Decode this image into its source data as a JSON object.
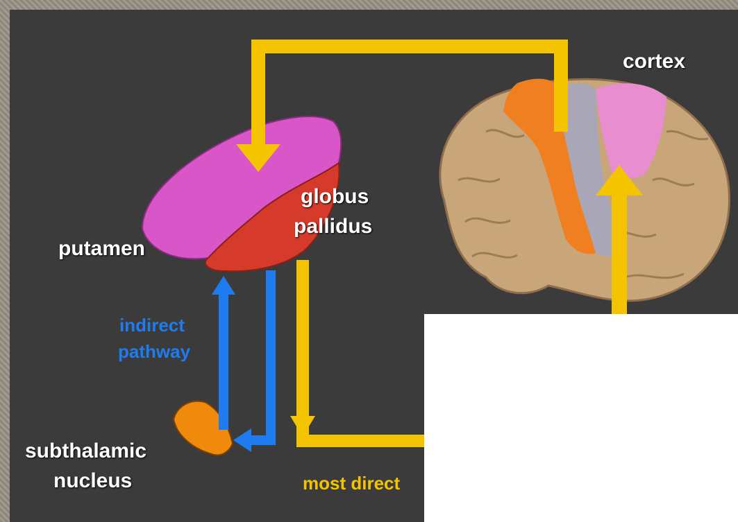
{
  "labels": {
    "cortex": "cortex",
    "globus_pallidus_line1": "globus",
    "globus_pallidus_line2": "pallidus",
    "putamen": "putamen",
    "indirect_pathway_line1": "indirect",
    "indirect_pathway_line2": "pathway",
    "subthalamic_nucleus_line1": "subthalamic",
    "subthalamic_nucleus_line2": "nucleus",
    "most_direct": "most direct"
  },
  "colors": {
    "background": "#3b3b3b",
    "direct_pathway": "#f5c400",
    "indirect_pathway": "#1f7cf0",
    "putamen": "#d856c8",
    "globus_pallidus": "#d63a2a",
    "subthalamic_nucleus": "#f08a0c",
    "brain": "#c9a57a",
    "motor_cortex": "#f07f22",
    "premotor_cortex": "#e88ed0",
    "central_strip": "#a9a6b8"
  }
}
